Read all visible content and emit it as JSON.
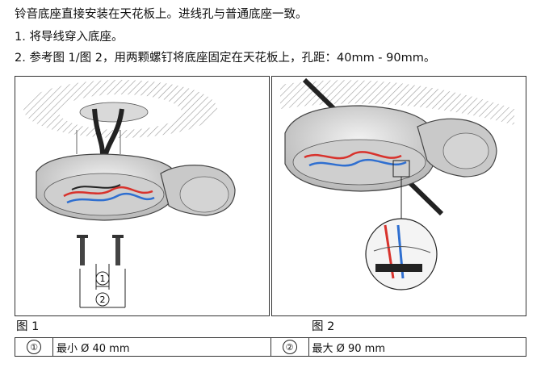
{
  "instructions": {
    "intro": "铃音底座直接安装在天花板上。进线孔与普通底座一致。",
    "step1": "1. 将导线穿入底座。",
    "step2": "2. 参考图 1/图 2，用两颗螺钉将底座固定在天花板上，孔距：40mm - 90mm。"
  },
  "figures": {
    "fig1_caption": "图 1",
    "fig2_caption": "图 2",
    "marker1": "1",
    "marker2": "2"
  },
  "legend": {
    "num1": "①",
    "text1": "最小 Ø 40 mm",
    "num2": "②",
    "text2": "最大 Ø 90 mm"
  },
  "colors": {
    "wire_red": "#d8322c",
    "wire_blue": "#2f6fd0",
    "wire_black": "#222222"
  }
}
